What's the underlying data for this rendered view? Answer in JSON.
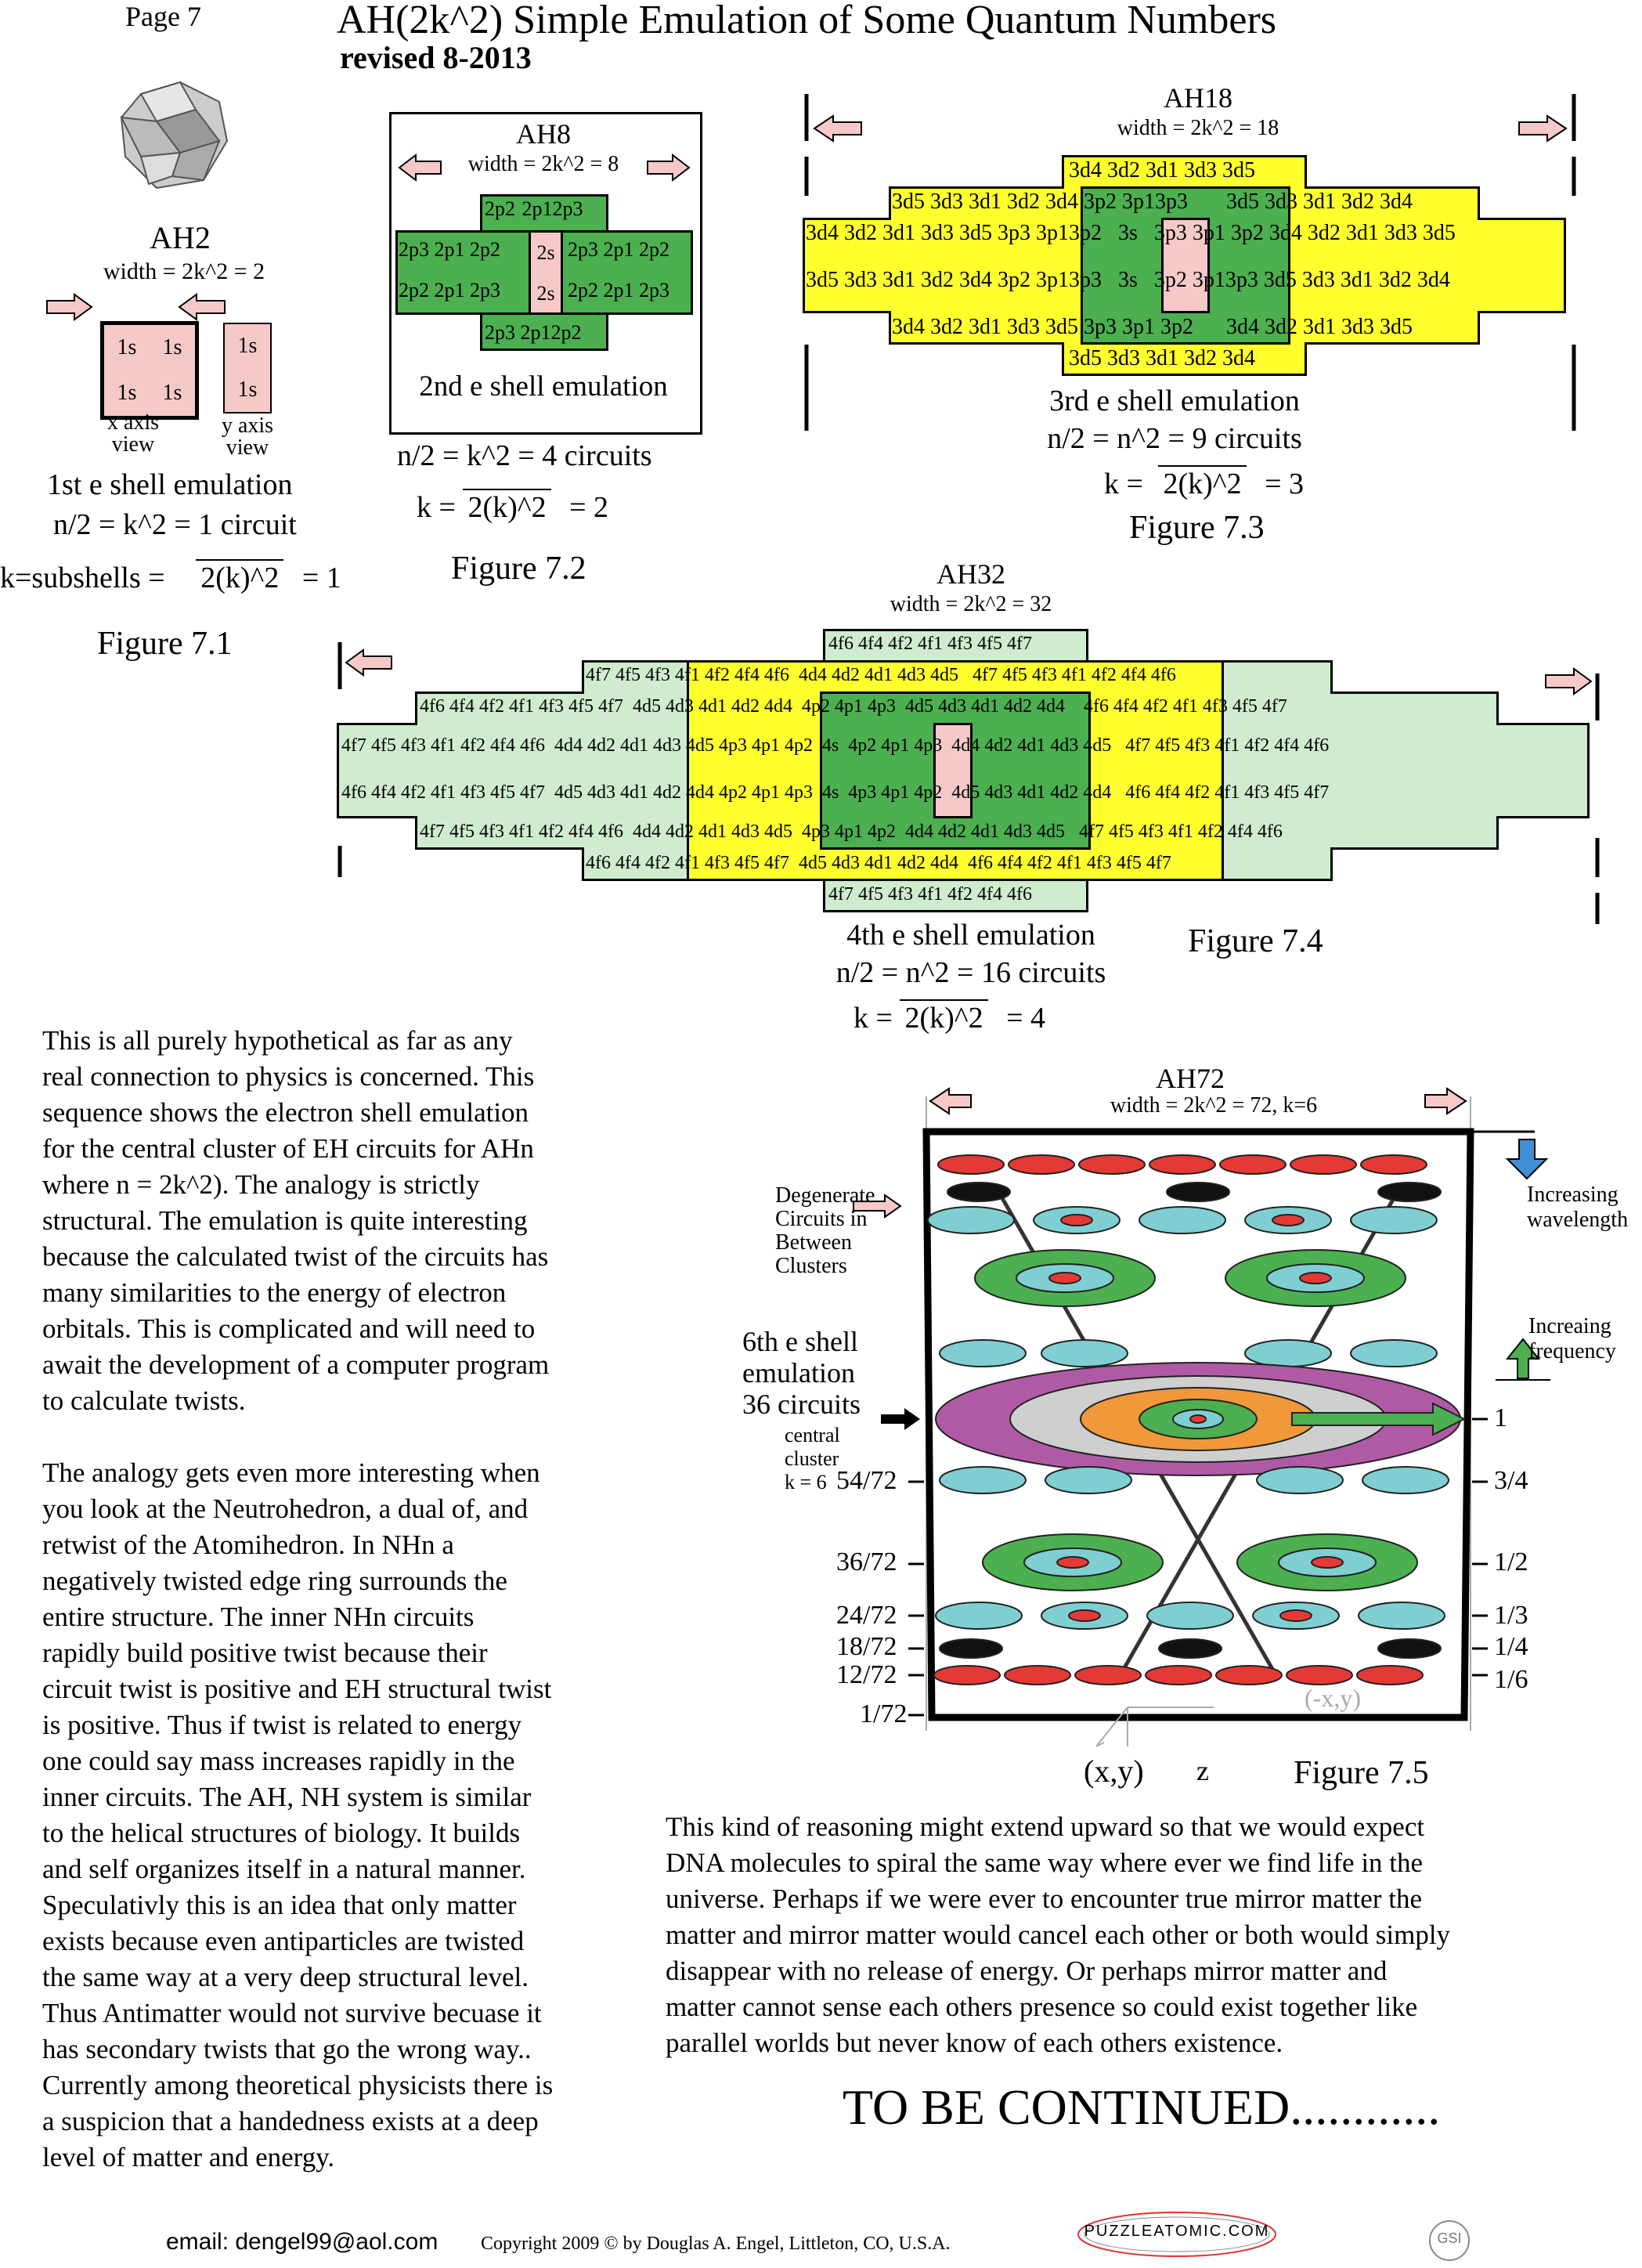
{
  "header": {
    "page": "Page 7",
    "title": "AH(2k^2) Simple Emulation of Some Quantum Numbers",
    "revised": "revised 8-2013"
  },
  "fig1": {
    "name": "AH2",
    "width": "width = 2k^2 = 2",
    "cells": [
      "1s",
      "1s",
      "1s",
      "1s"
    ],
    "ycells": [
      "1s",
      "1s"
    ],
    "xview": "x axis\nview",
    "yview": "y axis\nview",
    "caption1": "1st e shell emulation",
    "caption2": "n/2 = k^2 = 1 circuit",
    "formula_left": "k=subshells =",
    "formula_rad": "2(k)^2",
    "formula_right": "=   1",
    "label": "Figure 7.1"
  },
  "fig2": {
    "name": "AH8",
    "width": "width = 2k^2 = 8",
    "rows": [
      [
        "2p2",
        "2p1",
        "2p3"
      ],
      [
        "2p3",
        "2p1",
        "2p2",
        "2s",
        "2p3",
        "2p1",
        "2p2"
      ],
      [
        "2p2",
        "2p1",
        "2p3",
        "2s",
        "2p2",
        "2p1",
        "2p3"
      ],
      [
        "2p3",
        "2p1",
        "2p2"
      ]
    ],
    "caption1": "2nd e shell emulation",
    "caption2": "n/2 = k^2 = 4 circuits",
    "formula_left": "k =",
    "formula_rad": "2(k)^2",
    "formula_right": "=  2",
    "label": "Figure 7.2"
  },
  "fig3": {
    "name": "AH18",
    "width": "width = 2k^2 = 18",
    "caption1": "3rd e shell emulation",
    "caption2": "n/2 = n^2 = 9 circuits",
    "formula_left": "k =",
    "formula_rad": "2(k)^2",
    "formula_right": "=  3",
    "label": "Figure 7.3"
  },
  "fig4": {
    "name": "AH32",
    "width": "width = 2k^2 = 32",
    "caption1": "4th e shell emulation",
    "caption2": "n/2 = n^2 = 16 circuits",
    "formula_left": "k =",
    "formula_rad": "2(k)^2",
    "formula_right": "=  4",
    "label": "Figure 7.4"
  },
  "fig5": {
    "name": "AH72",
    "width": "width = 2k^2 = 72,  k=6",
    "degenerate": "Degenerate\nCircuits in\nBetween\nClusters",
    "emulation": "6th e shell\nemulation\n36 circuits",
    "central": "central\ncluster\nk = 6",
    "increasing_wavelength": "Increasing\nwavelength",
    "increasing_frequency": "Increaing\nfrequency",
    "left_labels": [
      "54/72",
      "36/72",
      "24/72",
      "18/72",
      "12/72",
      "1/72"
    ],
    "right_labels": [
      "1",
      "3/4",
      "1/2",
      "1/3",
      "1/4",
      "1/6"
    ],
    "axis_xy": "(x,y)",
    "axis_z": "z",
    "axis_negx": "(-x,y)",
    "label": "Figure 7.5"
  },
  "text_left": "This is all purely hypothetical as far as any\nreal connection to physics is concerned.   This\nsequence shows the electron shell emulation\nfor the central cluster of EH circuits for AHn\nwhere n = 2k^2).  The analogy is strictly\nstructural.  The emulation is quite interesting\nbecause the calculated twist of the circuits has\nmany similarities to the energy of electron\norbitals.  This is complicated and will need to\nawait the development of a computer program\nto calculate twists.\n\nThe analogy gets even more interesting when\nyou look at the Neutrohedron, a dual of, and\nretwist of the Atomihedron.  In NHn a\nnegatively twisted edge ring surrounds the\nentire structure.  The inner NHn circuits\nrapidly build positive twist because their\ncircuit twist is positive and EH structural twist\nis positive.  Thus if twist is related to energy\none could say mass increases rapidly in the\ninner circuits.  The AH, NH system is similar\nto the helical structures of biology.    It builds\nand self organizes itself in a  natural manner.\nSpeculativly this is an idea that only matter\nexists because even antiparticles are twisted\nthe same way at a very deep structural level.\nThus Antimatter would not survive becuase it\nhas secondary twists that go the wrong way..\nCurrently among theoretical physicists there is\na suspicion that a handedness exists at a deep\nlevel of matter and energy.",
  "text_right": "This kind of reasoning might extend upward so that we would expect\nDNA molecules to spiral the same way where ever we find life in the\nuniverse.  Perhaps if we were ever to encounter true mirror matter the\nmatter and mirror matter would cancel each other or both would simply\ndisappear with no release of energy.  Or  perhaps mirror matter and\nmatter cannot sense each others presence so could exist together like\nparallel worlds but never know of each others existence.",
  "continued": "TO BE CONTINUED............",
  "footer": {
    "email": "email: dengel99@aol.com",
    "copyright": "Copyright 2009 © by Douglas A. Engel, Littleton, CO, U.S.A.",
    "logo": "PUZZLEATOMIC.COM",
    "seal": "GSI"
  }
}
